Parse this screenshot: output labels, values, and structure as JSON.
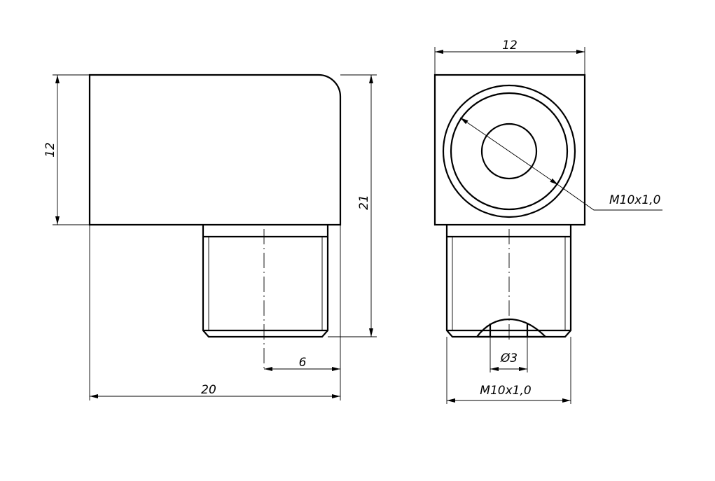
{
  "drawing": {
    "side_view": {
      "dim_height": "12",
      "dim_total_height": "21",
      "dim_offset": "6",
      "dim_length": "20"
    },
    "end_view": {
      "dim_width": "12",
      "dim_thread_top": "M10x1,0",
      "dim_hole": "Ø3",
      "dim_thread_bottom": "M10x1,0"
    }
  }
}
